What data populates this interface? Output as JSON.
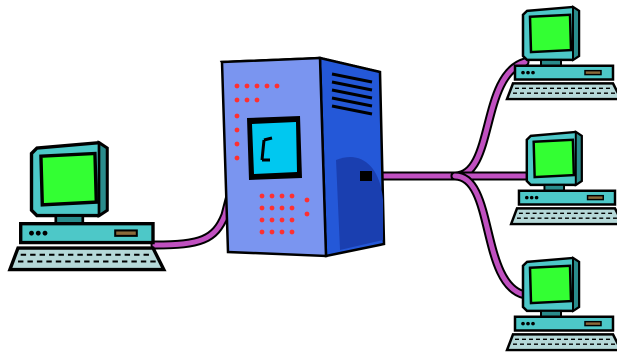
{
  "diagram": {
    "nodes": [
      {
        "id": "client-computer",
        "icon": "desktop-computer-icon"
      },
      {
        "id": "server",
        "icon": "server-tower-icon"
      },
      {
        "id": "remote-computer-1",
        "icon": "desktop-computer-icon"
      },
      {
        "id": "remote-computer-2",
        "icon": "desktop-computer-icon"
      },
      {
        "id": "remote-computer-3",
        "icon": "desktop-computer-icon"
      }
    ],
    "edges": [
      {
        "from": "client-computer",
        "to": "server"
      },
      {
        "from": "server",
        "to": "remote-computer-1"
      },
      {
        "from": "server",
        "to": "remote-computer-2"
      },
      {
        "from": "server",
        "to": "remote-computer-3"
      }
    ]
  },
  "colors": {
    "screen": "#33ff33",
    "monitor_body": "#4dc8c8",
    "keyboard": "#b5d8d8",
    "cable": "#c050c0",
    "server_front": "#5a7ee8",
    "server_side": "#2458d8",
    "server_window": "#00c8f0",
    "server_dots": "#ff3030",
    "outline": "#000000"
  }
}
